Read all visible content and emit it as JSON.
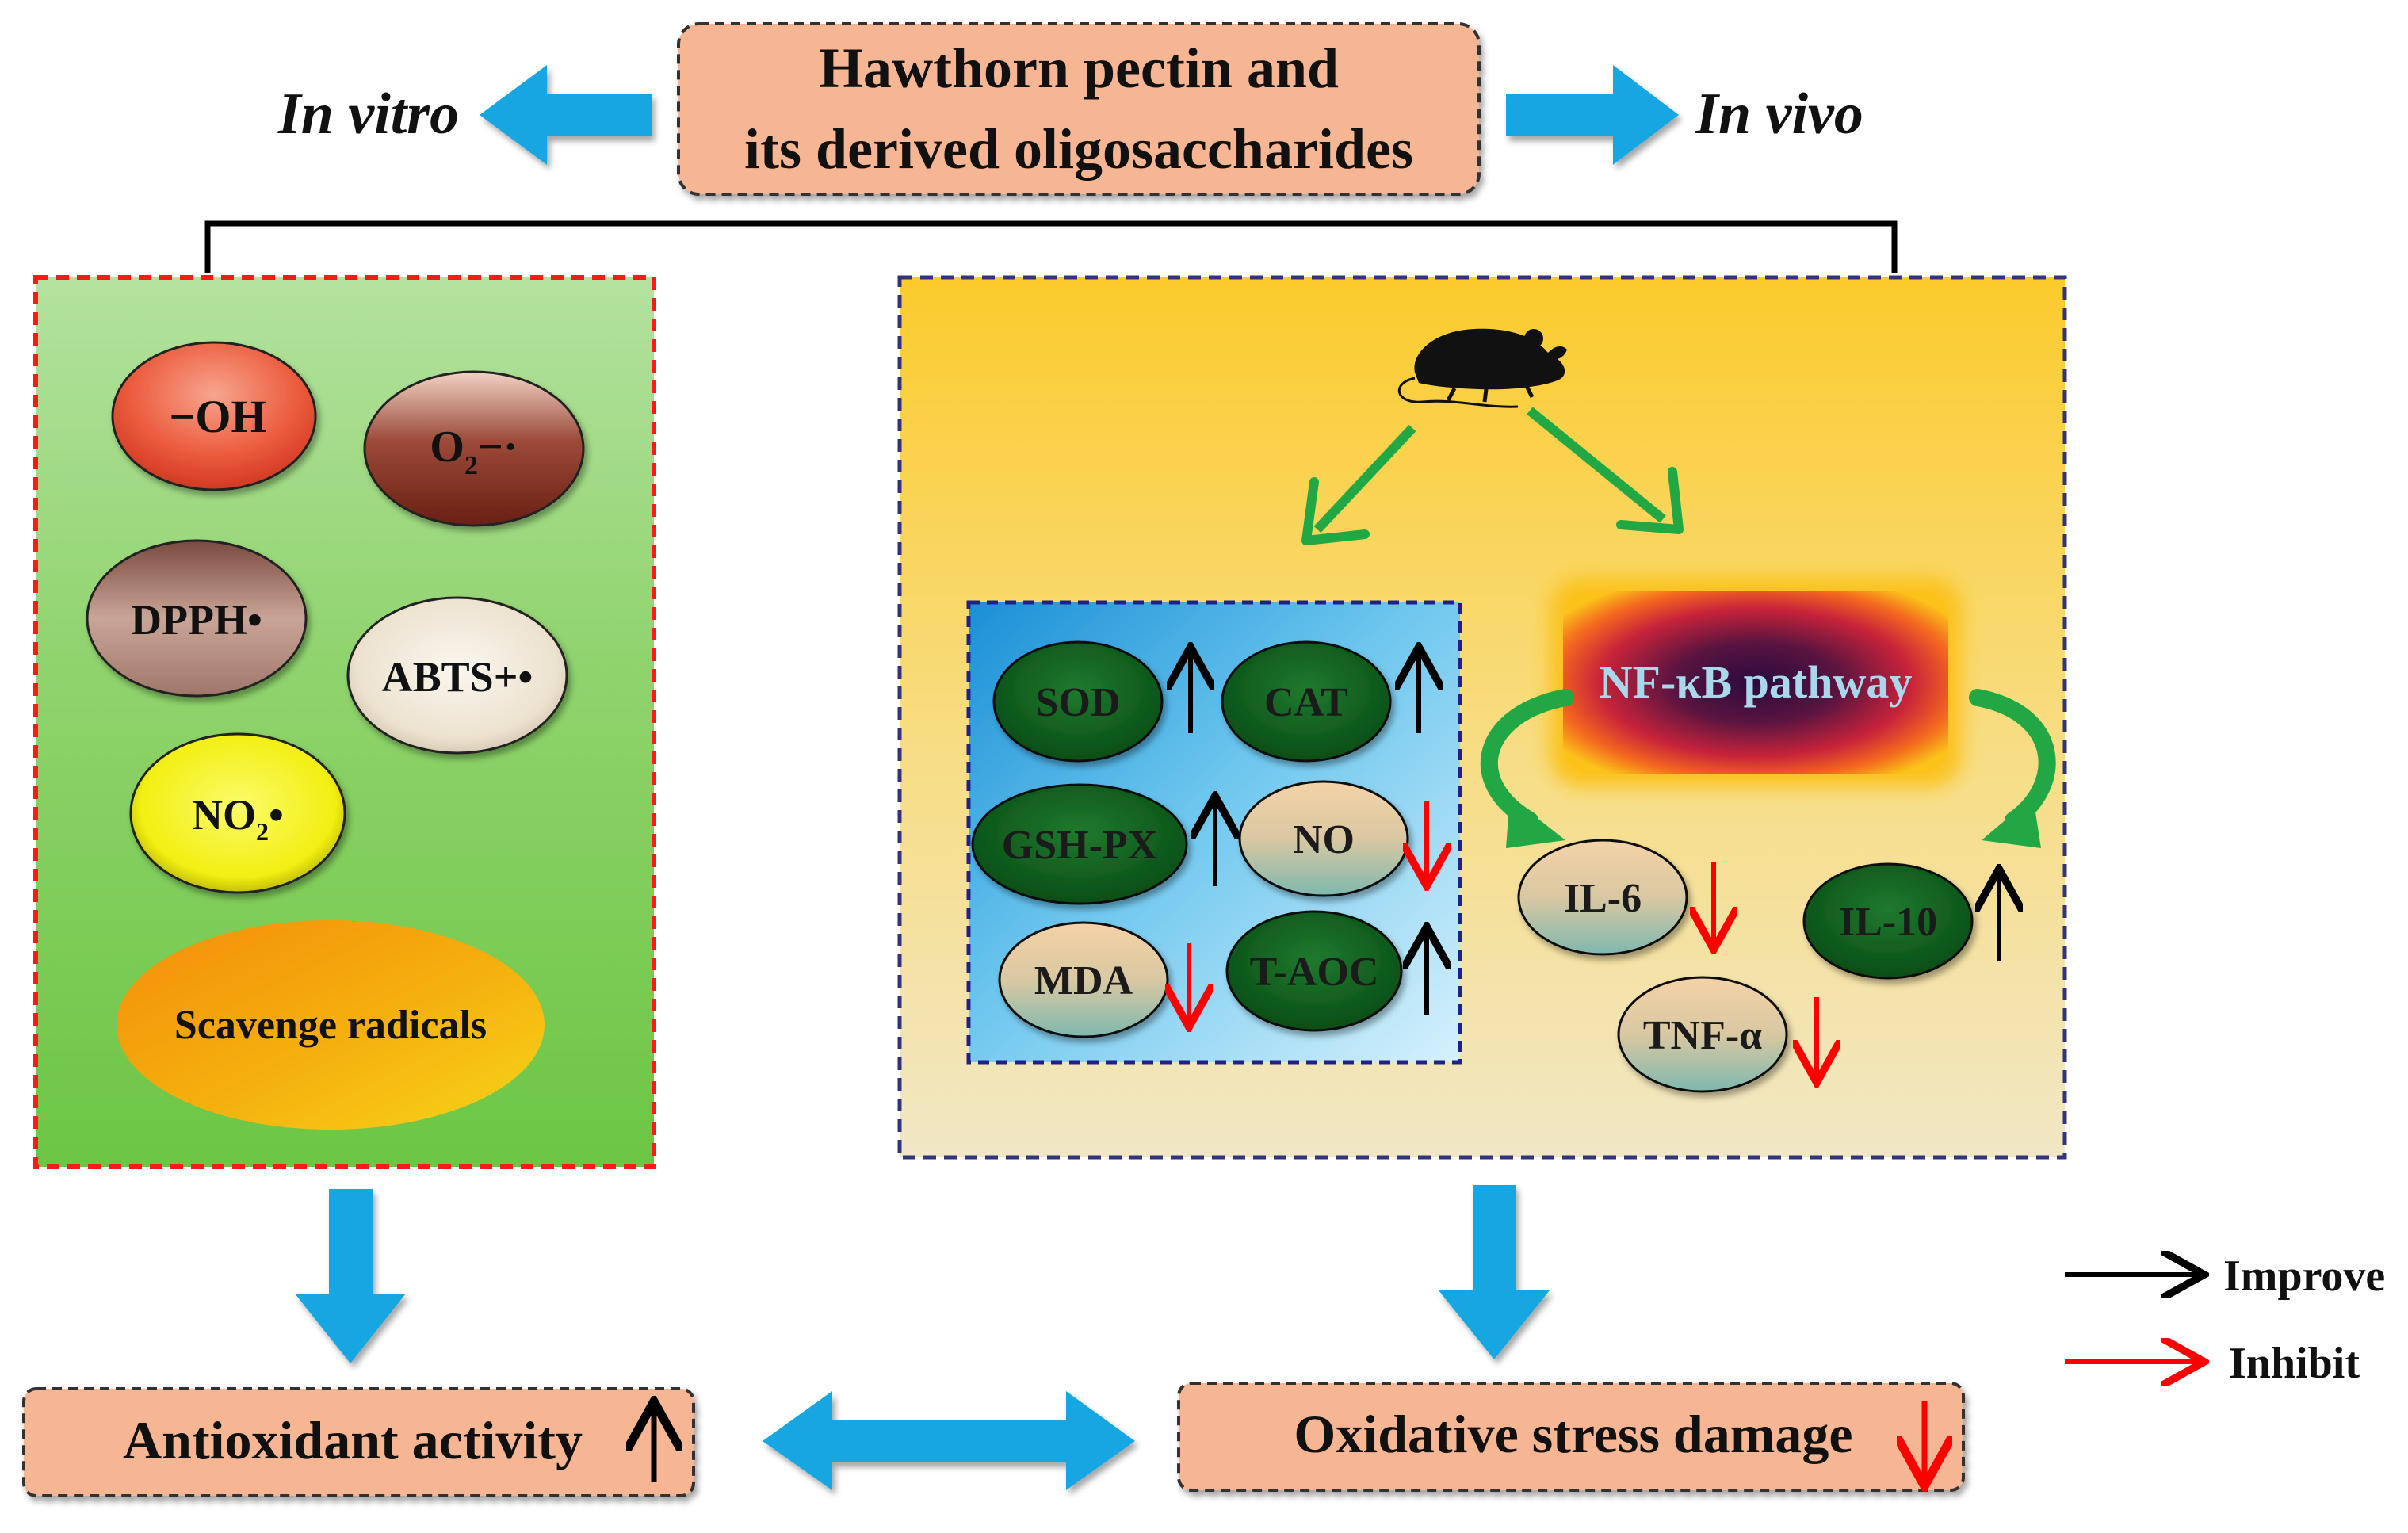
{
  "top": {
    "title_line1": "Hawthorn pectin and",
    "title_line2": "its derived oligosaccharides",
    "in_vitro": "In vitro",
    "in_vivo": "In vivo"
  },
  "in_vitro_panel": {
    "radicals": [
      {
        "key": "oh",
        "label": "−OH"
      },
      {
        "key": "o2",
        "label_main": "O",
        "label_sub": "2",
        "label_tail": "−·"
      },
      {
        "key": "dpph",
        "label": "DPPH•"
      },
      {
        "key": "abts",
        "label": "ABTS+•"
      },
      {
        "key": "no2",
        "label_main": "NO",
        "label_sub": "2",
        "label_tail": "•"
      }
    ],
    "scavenge": "Scavenge radicals"
  },
  "in_vivo_panel": {
    "mouse_icon": "mouse-icon",
    "markers": [
      {
        "key": "sod",
        "label": "SOD",
        "effect": "Improve"
      },
      {
        "key": "cat",
        "label": "CAT",
        "effect": "Improve"
      },
      {
        "key": "gshpx",
        "label": "GSH-PX",
        "effect": "Improve"
      },
      {
        "key": "no",
        "label": "NO",
        "effect": "Inhibit"
      },
      {
        "key": "mda",
        "label": "MDA",
        "effect": "Inhibit"
      },
      {
        "key": "taoc",
        "label": "T-AOC",
        "effect": "Improve"
      }
    ],
    "pathway": "NF-κB pathway",
    "cytokines": [
      {
        "key": "il6",
        "label": "IL-6",
        "effect": "Inhibit"
      },
      {
        "key": "il10",
        "label": "IL-10",
        "effect": "Improve"
      },
      {
        "key": "tnf",
        "label": "TNF-α",
        "effect": "Inhibit"
      }
    ]
  },
  "bottom": {
    "antioxidant": "Antioxidant activity",
    "oxidative": "Oxidative stress damage"
  },
  "legend": {
    "improve": "Improve",
    "inhibit": "Inhibit"
  },
  "colors": {
    "box_fill": "#f6b593",
    "box_border": "#333333",
    "blue_arrow": "#18a7e3",
    "green_arrow": "#22a745",
    "improve": "#000000",
    "inhibit": "#ff0000",
    "dark_green_node": "#0b5e1a"
  }
}
